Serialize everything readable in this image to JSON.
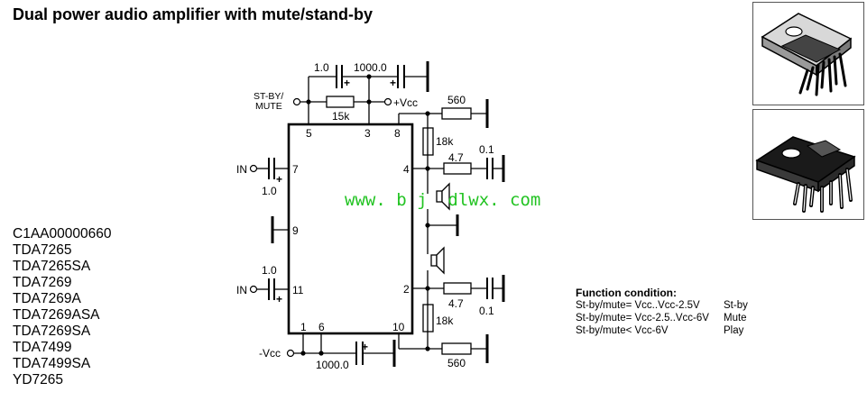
{
  "title": "Dual power audio amplifier with mute/stand-by",
  "part_numbers": [
    "C1AA00000660",
    "TDA7265",
    "TDA7265SA",
    "TDA7269",
    "TDA7269A",
    "TDA7269ASA",
    "TDA7269SA",
    "TDA7499",
    "TDA7499SA",
    "YD7265"
  ],
  "function_condition": {
    "title": "Function condition:",
    "rows": [
      {
        "cond": "St-by/mute= Vcc..Vcc-2.5V",
        "mode": "St-by"
      },
      {
        "cond": "St-by/mute= Vcc-2.5..Vcc-6V",
        "mode": "Mute"
      },
      {
        "cond": "St-by/mute< Vcc-6V",
        "mode": "Play"
      }
    ]
  },
  "schematic": {
    "cap_1_0_top": "1.0",
    "cap_1000_top": "1000.0",
    "stby_label_1": "ST-BY/",
    "stby_label_2": "MUTE",
    "res_15k": "15k",
    "vcc_pos": "+Vcc",
    "res_560_top": "560",
    "res_18k_top": "18k",
    "res_4_7_top": "4.7",
    "cap_0_1_top": "0.1",
    "in1": "IN",
    "cap_in1": "1.0",
    "in2": "IN",
    "cap_in2": "1.0",
    "res_4_7_bot": "4.7",
    "cap_0_1_bot": "0.1",
    "res_18k_bot": "18k",
    "vcc_neg": "-Vcc",
    "cap_1000_bot": "1000.0",
    "res_560_bot": "560",
    "plus": "+",
    "pins": {
      "p5": "5",
      "p3": "3",
      "p8": "8",
      "p7": "7",
      "p9": "9",
      "p11": "11",
      "p4": "4",
      "p2": "2",
      "p1": "1",
      "p6": "6",
      "p10": "10"
    }
  },
  "watermark": "www. b j  dlwx. com",
  "package_images": [
    {
      "icon": "ic-package-slanted-icon"
    },
    {
      "icon": "ic-package-flat-icon"
    }
  ]
}
